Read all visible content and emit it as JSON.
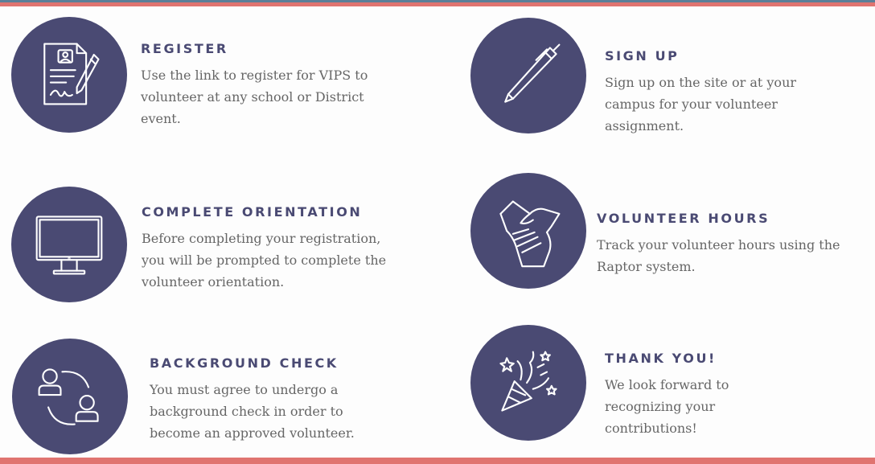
{
  "steps": {
    "register": {
      "icon": "registration-form-icon",
      "title": "REGISTER",
      "lines": [
        "Use the link to register for VIPS to",
        "volunteer at any school or District",
        "event."
      ]
    },
    "sign_up": {
      "icon": "pen-icon",
      "title": "SIGN UP",
      "lines": [
        "Sign up on the site or at your",
        "campus for your volunteer",
        "assignment."
      ]
    },
    "orientation": {
      "icon": "computer-monitor-icon",
      "title": "COMPLETE ORIENTATION",
      "lines": [
        "Before completing your registration,",
        "you will be prompted to complete the",
        "volunteer orientation."
      ]
    },
    "hours": {
      "icon": "joined-hands-icon",
      "title": "VOLUNTEER HOURS",
      "lines": [
        "Track your volunteer hours using the",
        "Raptor system."
      ]
    },
    "background": {
      "icon": "two-people-exchange-icon",
      "title": "BACKGROUND CHECK",
      "lines": [
        "You must agree to undergo a",
        "background check in order to",
        "become an approved volunteer."
      ]
    },
    "thanks": {
      "icon": "party-popper-icon",
      "title": "THANK YOU!",
      "lines": [
        "We look forward to",
        "recognizing your",
        "contributions!"
      ]
    }
  },
  "colors": {
    "circle": "#4a4a73",
    "heading": "#4a4a73",
    "body_text": "#666666",
    "accent_bar": "#e07470"
  }
}
